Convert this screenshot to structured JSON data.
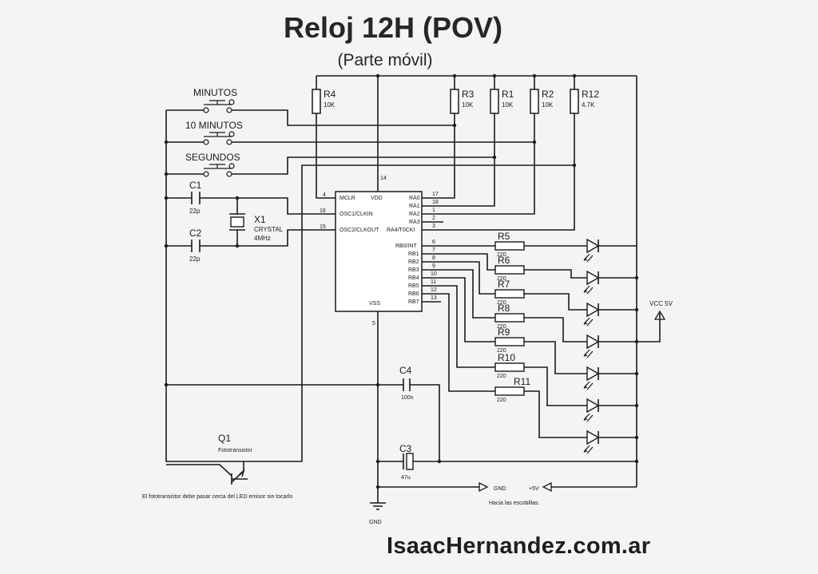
{
  "title": "Reloj 12H (POV)",
  "subtitle": "(Parte móvil)",
  "footer": "IsaacHernandez.com.ar",
  "buttons": {
    "minutos": "MINUTOS",
    "diez_minutos": "10 MINUTOS",
    "segundos": "SEGUNDOS"
  },
  "resistors_top": [
    {
      "name": "R4",
      "value": "10K"
    },
    {
      "name": "R3",
      "value": "10K"
    },
    {
      "name": "R1",
      "value": "10K"
    },
    {
      "name": "R2",
      "value": "10K"
    },
    {
      "name": "R12",
      "value": "4.7K"
    }
  ],
  "resistors_led": [
    {
      "name": "R5",
      "value": "220"
    },
    {
      "name": "R6",
      "value": "220"
    },
    {
      "name": "R7",
      "value": "220"
    },
    {
      "name": "R8",
      "value": "220"
    },
    {
      "name": "R9",
      "value": "220"
    },
    {
      "name": "R10",
      "value": "220"
    },
    {
      "name": "R11",
      "value": "220"
    }
  ],
  "capacitors": {
    "c1": {
      "name": "C1",
      "value": "22p"
    },
    "c2": {
      "name": "C2",
      "value": "22p"
    },
    "c3": {
      "name": "C3",
      "value": "47u"
    },
    "c4": {
      "name": "C4",
      "value": "100n"
    }
  },
  "crystal": {
    "name": "X1",
    "type": "CRYSTAL",
    "freq": "4MHz"
  },
  "mcu": {
    "pins_left": [
      {
        "num": "4",
        "label": "MCLR"
      },
      {
        "num": "16",
        "label": "OSC1/CLKIN"
      },
      {
        "num": "15",
        "label": "OSC2/CLKOUT"
      }
    ],
    "vdd": {
      "num": "14",
      "label": "VDD"
    },
    "vss": {
      "num": "5",
      "label": "VSS"
    },
    "pins_ra": [
      {
        "num": "17",
        "label": "RA0"
      },
      {
        "num": "18",
        "label": "RA1"
      },
      {
        "num": "1",
        "label": "RA2"
      },
      {
        "num": "2",
        "label": "RA3"
      },
      {
        "num": "3",
        "label": "RA4/T0CKI"
      }
    ],
    "pins_rb": [
      {
        "num": "6",
        "label": "RB0/INT"
      },
      {
        "num": "7",
        "label": "RB1"
      },
      {
        "num": "8",
        "label": "RB2"
      },
      {
        "num": "9",
        "label": "RB3"
      },
      {
        "num": "10",
        "label": "RB4"
      },
      {
        "num": "11",
        "label": "RB5"
      },
      {
        "num": "12",
        "label": "RB6"
      },
      {
        "num": "13",
        "label": "RB7"
      }
    ]
  },
  "transistor": {
    "name": "Q1",
    "type": "Fototransistor"
  },
  "note_phototransistor": "El fototransistor debe pasar cerca del LED emisor sin tocarlo",
  "power": {
    "vcc": "VCC 5V",
    "gnd_terminal": "GND",
    "gnd_symbol": "GND",
    "plus5v": "+5V",
    "note": "Hacia las escobillas."
  }
}
